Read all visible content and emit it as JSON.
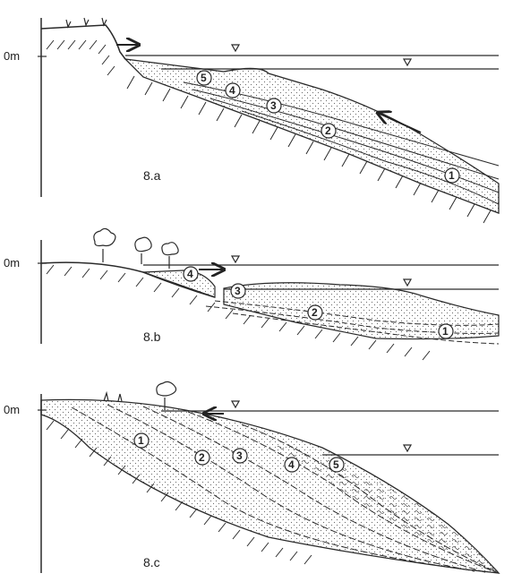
{
  "colors": {
    "ink": "#2a2a2a",
    "fill": "#fafaf7",
    "stipple": "#6a6a6a"
  },
  "icons": [
    "tree-icon",
    "water-level-icon",
    "arrow-icon",
    "grass-tuft-icon"
  ],
  "panels": [
    {
      "caption": "8.a",
      "depth_label": "0m",
      "units": [
        "1",
        "2",
        "3",
        "4",
        "5"
      ]
    },
    {
      "caption": "8.b",
      "depth_label": "0m",
      "units": [
        "1",
        "2",
        "3",
        "4"
      ]
    },
    {
      "caption": "8.c",
      "depth_label": "0m",
      "units": [
        "1",
        "2",
        "3",
        "4",
        "5"
      ]
    }
  ]
}
